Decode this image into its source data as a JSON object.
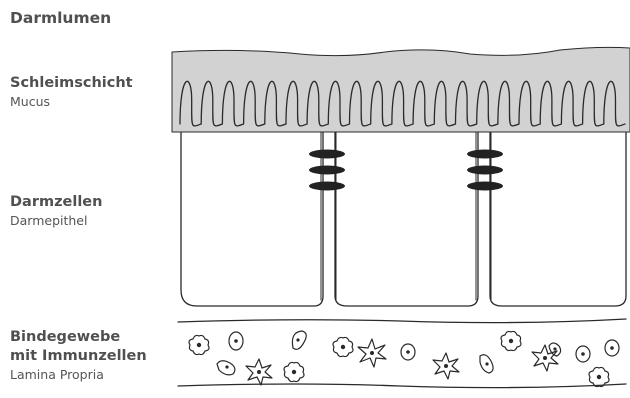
{
  "title": "Darmlumen",
  "layers": {
    "mucus": {
      "name": "Schleimschicht",
      "term": "Mucus"
    },
    "cells": {
      "name": "Darmzellen",
      "term": "Darmepithel"
    },
    "tissue": {
      "name_line1": "Bindegewebe",
      "name_line2": "mit Immunzellen",
      "term": "Lamina Propria"
    }
  },
  "colors": {
    "mucus_fill": "#d2d2d2",
    "line": "#2a2a2a",
    "junction": "#222222"
  }
}
